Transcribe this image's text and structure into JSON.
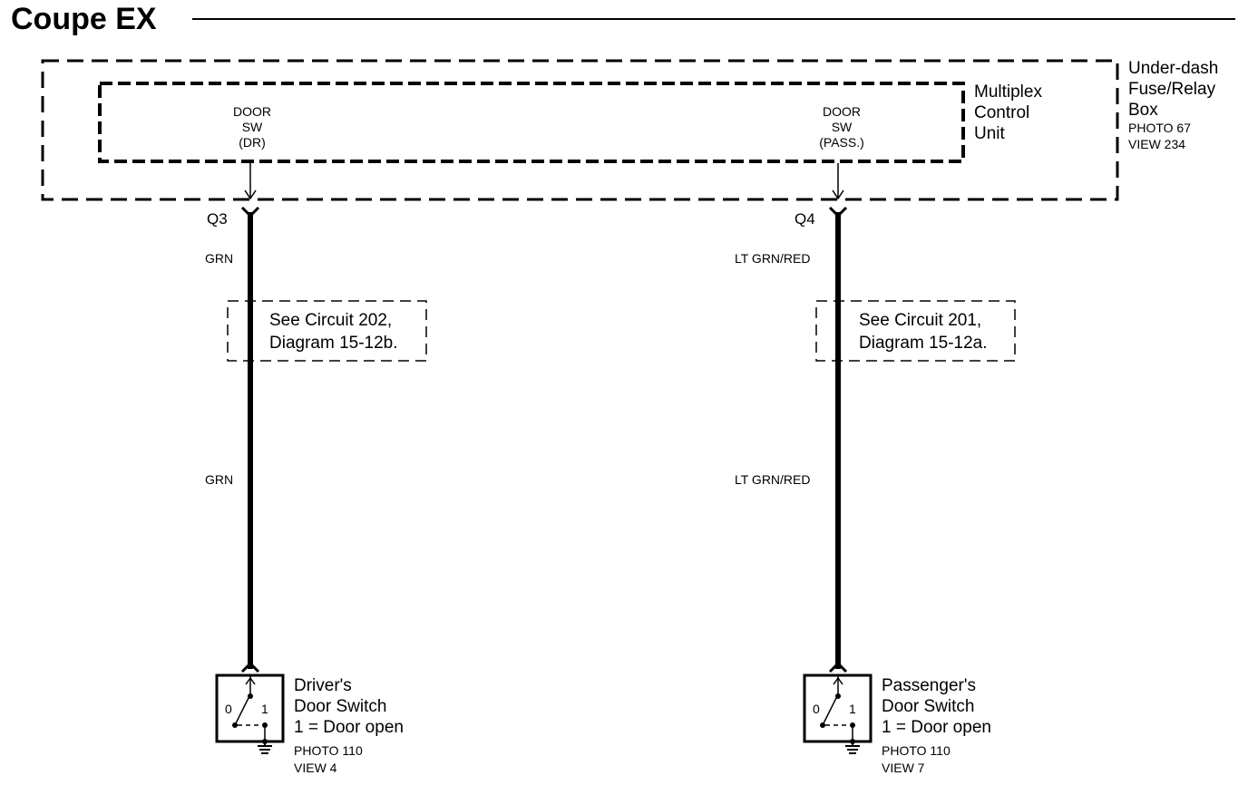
{
  "title": "Coupe EX",
  "fuse_box": {
    "name_lines": [
      "Under-dash",
      "Fuse/Relay",
      "Box"
    ],
    "photo": "PHOTO 67",
    "view": "VIEW 234"
  },
  "mcu": {
    "name_lines": [
      "Multiplex",
      "Control",
      "Unit"
    ]
  },
  "circuits": [
    {
      "terminal_lines": [
        "DOOR",
        "SW",
        "(DR)"
      ],
      "pin": "Q3",
      "wire_upper": "GRN",
      "wire_lower": "GRN",
      "ref_lines": [
        "See Circuit 202,",
        "Diagram 15-12b."
      ],
      "switch_lines": [
        "Driver's",
        "Door Switch",
        "1 =  Door open"
      ],
      "photo": "PHOTO 110",
      "view": "VIEW 4",
      "pos_open": "0",
      "pos_closed": "1"
    },
    {
      "terminal_lines": [
        "DOOR",
        "SW",
        "(PASS.)"
      ],
      "pin": "Q4",
      "wire_upper": "LT GRN/RED",
      "wire_lower": "LT GRN/RED",
      "ref_lines": [
        "See Circuit 201,",
        "Diagram 15-12a."
      ],
      "switch_lines": [
        "Passenger's",
        "Door Switch",
        "1 =  Door open"
      ],
      "photo": "PHOTO 110",
      "view": "VIEW 7",
      "pos_open": "0",
      "pos_closed": "1"
    }
  ]
}
